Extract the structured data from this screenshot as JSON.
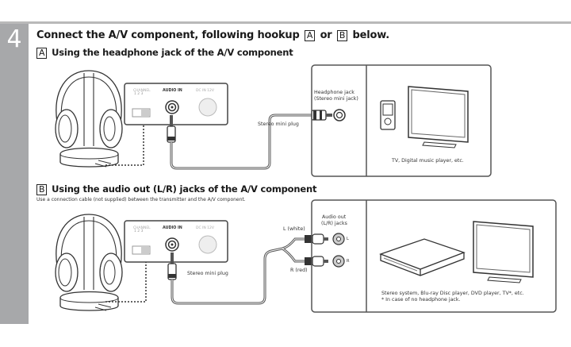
{
  "step": {
    "number": "4",
    "title_prefix": "Connect the A/V component, following hookup",
    "title_or": "or",
    "title_suffix": "below.",
    "option_a_badge": "A",
    "option_b_badge": "B"
  },
  "section_a": {
    "badge": "A",
    "heading": "Using the headphone jack of the A/V component",
    "transmitter": {
      "channel_label": "CHANNEL",
      "audio_in_label": "AUDIO IN",
      "dc_in_label": "DC IN 12V"
    },
    "plug_label": "Stereo mini plug",
    "jack_label_line1": "Headphone jack",
    "jack_label_line2": "(Stereo mini jack)",
    "devices_caption": "TV, Digital music player, etc."
  },
  "section_b": {
    "badge": "B",
    "heading": "Using the audio out (L/R) jacks of the A/V component",
    "note": "Use a connection cable (not supplied) between the transmitter and the A/V component.",
    "transmitter": {
      "channel_label": "CHANNEL",
      "audio_in_label": "AUDIO IN",
      "dc_in_label": "DC IN 12V"
    },
    "plug_label": "Stereo mini plug",
    "left_plug_label": "L (white)",
    "right_plug_label": "R (red)",
    "jack_label_line1": "Audio out",
    "jack_label_line2": "(L/R) jacks",
    "jack_l": "L",
    "jack_r": "R",
    "devices_caption_line1": "Stereo system, Blu-ray Disc player, DVD player, TV*, etc.",
    "devices_caption_line2": "* In case of no headphone jack."
  },
  "colors": {
    "step_bar": "#a7a8aa",
    "line": "#555555",
    "text": "#1a1a1a"
  }
}
